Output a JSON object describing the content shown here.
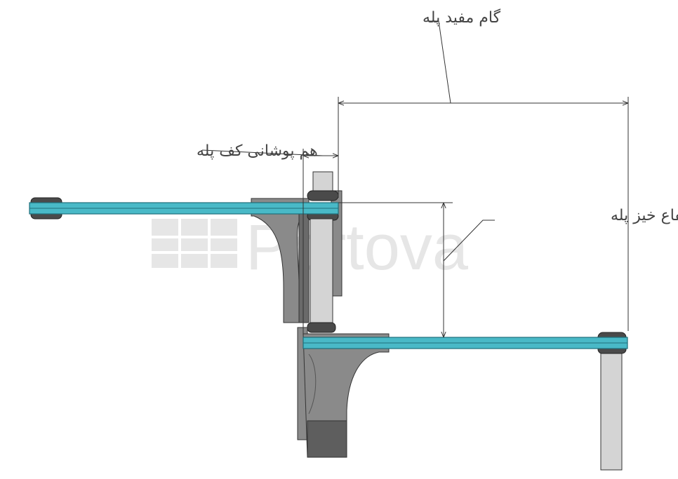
{
  "labels": {
    "going": "گام مفید پله",
    "overlap": "هم پوشانی کف پله",
    "rise": "ارتفاع خیز پله"
  },
  "watermark": {
    "text": "Portova",
    "icon": "grid-logo-icon"
  },
  "colors": {
    "glass": "#49b9c7",
    "glass_edge": "#1e6f7b",
    "bracket": "#8a8a8a",
    "bracket_dark": "#5e5e5e",
    "post": "#d4d4d4",
    "line": "#333333"
  }
}
